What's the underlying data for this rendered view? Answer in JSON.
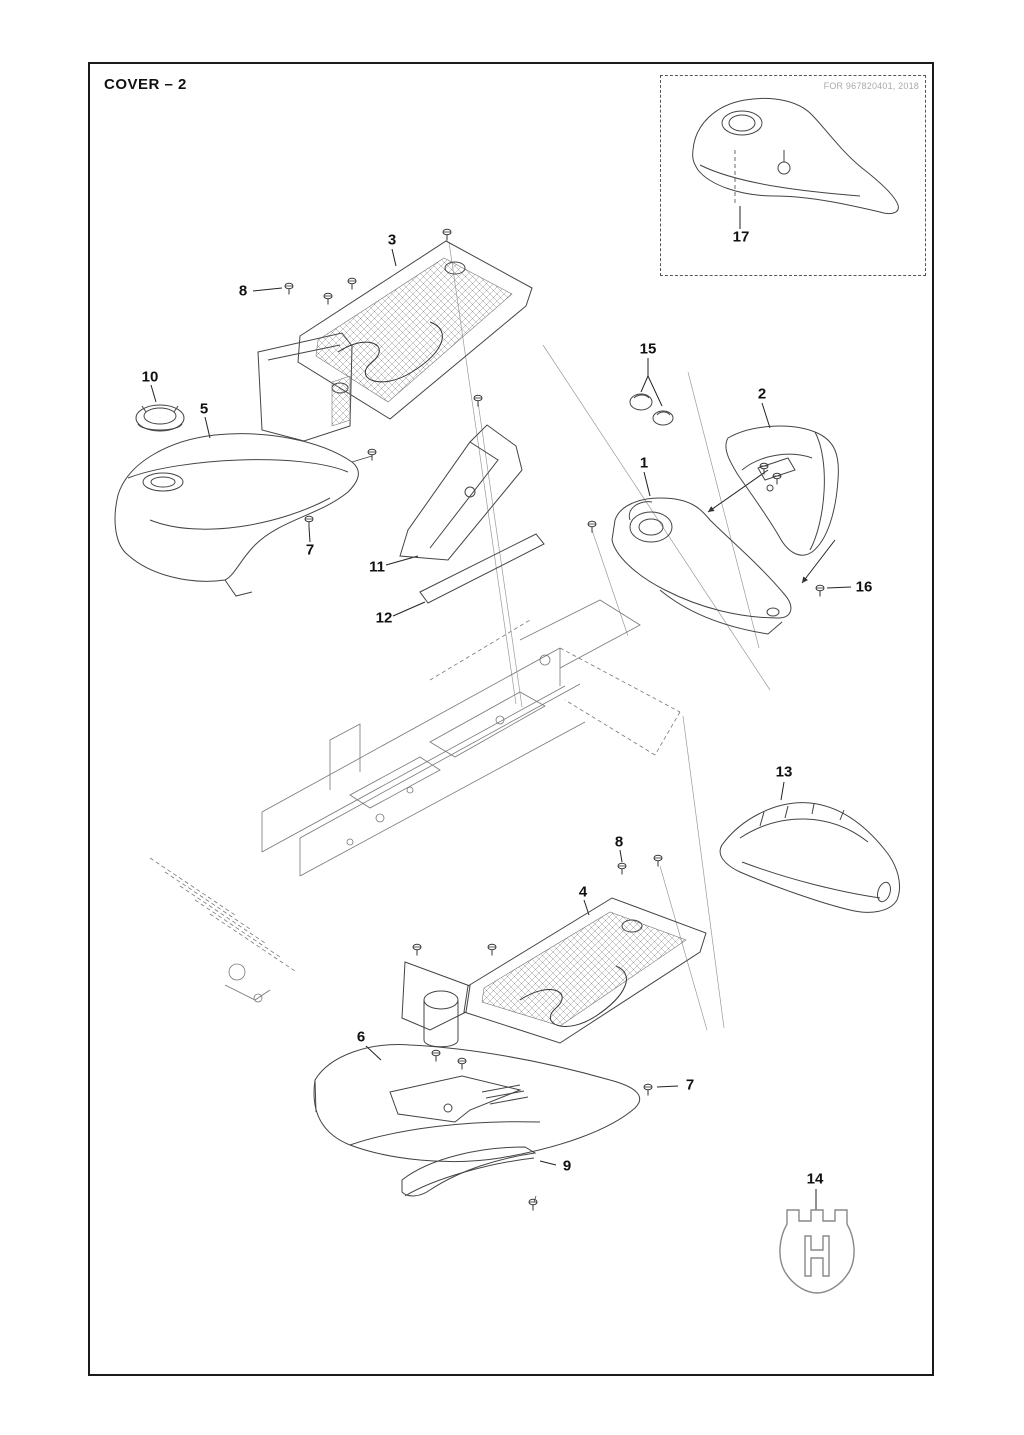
{
  "page": {
    "title": "COVER – 2",
    "inset_note": "FOR 967820401, 2018"
  },
  "diagram": {
    "type": "exploded-parts-diagram",
    "subject": "tractor-mower body covers"
  },
  "callouts": [
    {
      "label": "17"
    },
    {
      "label": "3"
    },
    {
      "label": "8"
    },
    {
      "label": "10"
    },
    {
      "label": "5"
    },
    {
      "label": "15"
    },
    {
      "label": "2"
    },
    {
      "label": "1"
    },
    {
      "label": "7"
    },
    {
      "label": "11"
    },
    {
      "label": "16"
    },
    {
      "label": "12"
    },
    {
      "label": "13"
    },
    {
      "label": "8"
    },
    {
      "label": "4"
    },
    {
      "label": "6"
    },
    {
      "label": "7"
    },
    {
      "label": "9"
    },
    {
      "label": "14"
    }
  ]
}
